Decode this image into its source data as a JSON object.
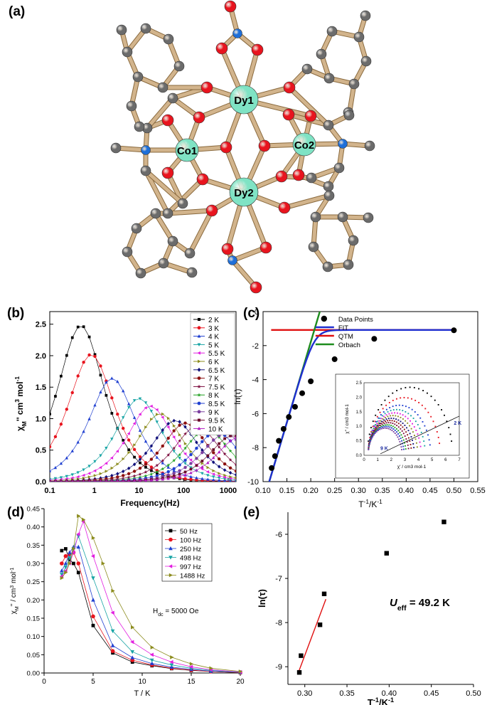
{
  "panel_labels": {
    "a": "(a)",
    "b": "(b)",
    "c": "(c)",
    "d": "(d)",
    "e": "(e)"
  },
  "molecule": {
    "atom_labels": {
      "dy1": "Dy1",
      "dy2": "Dy2",
      "co1": "Co1",
      "co2": "Co2"
    },
    "colors": {
      "bond": "#d2b48c",
      "carbon": "#6b6b6b",
      "oxygen": "#e8141e",
      "nitrogen": "#1e6fd9",
      "metal": "#7fe3c4"
    }
  },
  "chart_data": [
    {
      "id": "b",
      "type": "line",
      "xscale": "log",
      "xlim": [
        0.1,
        1500
      ],
      "ylim": [
        0,
        2.7
      ],
      "xticks": [
        "0.1",
        "1",
        "10",
        "100",
        "1000"
      ],
      "yticks": [
        "0.0",
        "0.5",
        "1.0",
        "1.5",
        "2.0",
        "2.5"
      ],
      "xlabel": "Frequency(Hz)",
      "ylabel": "χM'' cm3 mol-1",
      "ylabel_parts": {
        "chi": "χ",
        "sub": "M",
        "rest": "'' cm",
        "sup3": "3",
        "mol": " mol",
        "supneg": "-1"
      },
      "legend_position": "top-right",
      "series": [
        {
          "name": "2 K",
          "color": "#000000",
          "marker": "square",
          "peak_freq": 0.5,
          "peak": 2.48
        },
        {
          "name": "3 K",
          "color": "#e8141e",
          "marker": "circle",
          "peak_freq": 0.85,
          "peak": 2.02
        },
        {
          "name": "4 K",
          "color": "#1f3fd0",
          "marker": "triangle",
          "peak_freq": 2.5,
          "peak": 1.64
        },
        {
          "name": "5 K",
          "color": "#19a5a5",
          "marker": "triangle-down",
          "peak_freq": 10,
          "peak": 1.32
        },
        {
          "name": "5.5 K",
          "color": "#e21ee0",
          "marker": "triangle-left",
          "peak_freq": 18,
          "peak": 1.2
        },
        {
          "name": "6 K",
          "color": "#8c8c1e",
          "marker": "triangle-right",
          "peak_freq": 30,
          "peak": 1.08
        },
        {
          "name": "6.5 K",
          "color": "#10107a",
          "marker": "diamond",
          "peak_freq": 65,
          "peak": 0.97
        },
        {
          "name": "7 K",
          "color": "#8c1010",
          "marker": "hexagon",
          "peak_freq": 110,
          "peak": 0.93
        },
        {
          "name": "7.5 K",
          "color": "#7a0a3c",
          "marker": "star",
          "peak_freq": 200,
          "peak": 0.88
        },
        {
          "name": "8 K",
          "color": "#20a020",
          "marker": "star",
          "peak_freq": 330,
          "peak": 0.83
        },
        {
          "name": "8.5 K",
          "color": "#1f3fd0",
          "marker": "pentagon",
          "peak_freq": 550,
          "peak": 0.79
        },
        {
          "name": "9 K",
          "color": "#7b3fa0",
          "marker": "circle",
          "peak_freq": 850,
          "peak": 0.76
        },
        {
          "name": "9.5 K",
          "color": "#6b0a2a",
          "marker": "square",
          "peak_freq": 1250,
          "peak": 0.73
        },
        {
          "name": "10 K",
          "color": "#b01ec0",
          "marker": "triangle",
          "peak_freq": 1800,
          "peak": 0.71
        }
      ]
    },
    {
      "id": "c",
      "type": "line",
      "xlim": [
        0.1,
        0.55
      ],
      "ylim": [
        -10,
        0
      ],
      "xticks": [
        "0.10",
        "0.15",
        "0.20",
        "0.25",
        "0.30",
        "0.35",
        "0.40",
        "0.45",
        "0.50",
        "0.55"
      ],
      "yticks": [
        "-10",
        "-8",
        "-6",
        "-4",
        "-2",
        "0"
      ],
      "xlabel": "T-1/K-1",
      "xlabel_parts": {
        "t": "T",
        "sup1": "-1",
        "k": "/K",
        "sup2": "-1"
      },
      "ylabel": "ln(τ)",
      "legend_position": "top-left",
      "legend": [
        {
          "name": "Data Points",
          "color": "#000000"
        },
        {
          "name": "FIT",
          "color": "#1f2fd0"
        },
        {
          "name": "QTM",
          "color": "#e01010"
        },
        {
          "name": "Orbach",
          "color": "#1e8c1e"
        }
      ],
      "data_points": {
        "x": [
          0.5,
          0.333,
          0.25,
          0.2,
          0.182,
          0.167,
          0.154,
          0.143,
          0.133,
          0.125,
          0.118
        ],
        "y": [
          -1.1,
          -1.6,
          -2.8,
          -4.1,
          -4.8,
          -5.6,
          -6.2,
          -6.9,
          -7.6,
          -8.5,
          -9.2
        ]
      },
      "qtm_level": -1.08,
      "orbach_line": {
        "x": [
          0.113,
          0.22
        ],
        "y": [
          -10,
          0.1
        ]
      },
      "inset": {
        "type": "scatter",
        "xlim": [
          0,
          7
        ],
        "ylim": [
          0,
          2.5
        ],
        "xticks": [
          "0",
          "1",
          "2",
          "3",
          "4",
          "5",
          "6",
          "7"
        ],
        "yticks": [
          "0.0",
          "0.5",
          "1.0",
          "1.5",
          "2.0",
          "2.5"
        ],
        "xlabel": "χ' / cm3 mol-1",
        "ylabel": "χ'' / cm3 mol-1",
        "annotations": {
          "high": "2 K",
          "low": "9 K"
        },
        "arcs": [
          {
            "chi_s": 0.25,
            "chi_t": 6.5,
            "color": "#000000"
          },
          {
            "chi_s": 0.3,
            "chi_t": 5.6,
            "color": "#e8141e"
          },
          {
            "chi_s": 0.3,
            "chi_t": 4.9,
            "color": "#1f3fd0"
          },
          {
            "chi_s": 0.3,
            "chi_t": 4.5,
            "color": "#19a5a5"
          },
          {
            "chi_s": 0.3,
            "chi_t": 4.2,
            "color": "#e21ee0"
          },
          {
            "chi_s": 0.3,
            "chi_t": 3.95,
            "color": "#8c8c1e"
          },
          {
            "chi_s": 0.3,
            "chi_t": 3.7,
            "color": "#10107a"
          },
          {
            "chi_s": 0.3,
            "chi_t": 3.5,
            "color": "#8c1010"
          },
          {
            "chi_s": 0.3,
            "chi_t": 3.3,
            "color": "#7a0a3c"
          },
          {
            "chi_s": 0.3,
            "chi_t": 3.1,
            "color": "#20a020"
          },
          {
            "chi_s": 0.3,
            "chi_t": 2.95,
            "color": "#1f3fd0"
          },
          {
            "chi_s": 0.3,
            "chi_t": 2.8,
            "color": "#7b3fa0"
          }
        ]
      }
    },
    {
      "id": "d",
      "type": "line",
      "xlim": [
        0,
        20
      ],
      "ylim": [
        0,
        0.45
      ],
      "xticks": [
        "0",
        "5",
        "10",
        "15",
        "20"
      ],
      "yticks": [
        "0.00",
        "0.05",
        "0.10",
        "0.15",
        "0.20",
        "0.25",
        "0.30",
        "0.35",
        "0.40",
        "0.45"
      ],
      "xlabel": "T / K",
      "ylabel": "χM'' / cm3 mol-1",
      "ylabel_parts": {
        "chi": "χ",
        "sub": "M",
        "rest": "'' / cm",
        "sup3": "3",
        "mol": " mol",
        "supneg": "-1"
      },
      "annotation": {
        "h": "H",
        "sub": "dc",
        "rest": " = 5000 Oe"
      },
      "legend_position": "top-right",
      "series": [
        {
          "name": "50 Hz",
          "color": "#000000",
          "marker": "square",
          "x": [
            1.8,
            2.2,
            2.6,
            3.0,
            3.5,
            5.0,
            7.0,
            9.0,
            11.0,
            13.0,
            15.0,
            17.0,
            20.0
          ],
          "y": [
            0.335,
            0.34,
            0.31,
            0.3,
            0.275,
            0.13,
            0.055,
            0.03,
            0.02,
            0.012,
            0.007,
            0.004,
            0.001
          ]
        },
        {
          "name": "100 Hz",
          "color": "#e8141e",
          "marker": "circle",
          "x": [
            1.8,
            2.2,
            2.6,
            3.0,
            3.5,
            5.0,
            7.0,
            9.0,
            11.0,
            13.0,
            15.0,
            17.0,
            20.0
          ],
          "y": [
            0.3,
            0.32,
            0.325,
            0.33,
            0.3,
            0.155,
            0.06,
            0.035,
            0.022,
            0.013,
            0.008,
            0.004,
            0.001
          ]
        },
        {
          "name": "250 Hz",
          "color": "#1f3fd0",
          "marker": "triangle",
          "x": [
            1.8,
            2.2,
            2.6,
            3.0,
            3.5,
            5.0,
            7.0,
            9.0,
            11.0,
            13.0,
            15.0,
            17.0,
            20.0
          ],
          "y": [
            0.28,
            0.3,
            0.33,
            0.345,
            0.345,
            0.2,
            0.075,
            0.042,
            0.026,
            0.016,
            0.01,
            0.005,
            0.002
          ]
        },
        {
          "name": "498 Hz",
          "color": "#19a5a5",
          "marker": "triangle-down",
          "x": [
            1.8,
            2.2,
            2.6,
            3.0,
            3.5,
            5.0,
            7.0,
            9.0,
            11.0,
            13.0,
            15.0,
            17.0,
            20.0
          ],
          "y": [
            0.27,
            0.29,
            0.315,
            0.34,
            0.375,
            0.26,
            0.115,
            0.058,
            0.035,
            0.022,
            0.013,
            0.007,
            0.002
          ]
        },
        {
          "name": "997 Hz",
          "color": "#e21ee0",
          "marker": "triangle-left",
          "x": [
            1.8,
            2.2,
            2.6,
            3.0,
            3.5,
            4.0,
            5.0,
            7.0,
            9.0,
            11.0,
            13.0,
            15.0,
            17.0,
            20.0
          ],
          "y": [
            0.265,
            0.28,
            0.3,
            0.33,
            0.38,
            0.415,
            0.32,
            0.165,
            0.085,
            0.05,
            0.03,
            0.017,
            0.009,
            0.003
          ]
        },
        {
          "name": "1488 Hz",
          "color": "#8c8c1e",
          "marker": "triangle-right",
          "x": [
            1.8,
            2.2,
            2.6,
            3.0,
            3.5,
            4.0,
            5.0,
            6.0,
            7.0,
            9.0,
            11.0,
            13.0,
            15.0,
            17.0,
            20.0
          ],
          "y": [
            0.26,
            0.275,
            0.3,
            0.34,
            0.43,
            0.42,
            0.37,
            0.3,
            0.225,
            0.125,
            0.07,
            0.043,
            0.025,
            0.013,
            0.004
          ]
        }
      ]
    },
    {
      "id": "e",
      "type": "scatter",
      "xlim": [
        0.28,
        0.5
      ],
      "ylim": [
        -9.4,
        -5.5
      ],
      "xticks": [
        "0.30",
        "0.35",
        "0.40",
        "0.45",
        "0.50"
      ],
      "yticks": [
        "-9",
        "-8",
        "-7",
        "-6"
      ],
      "xlabel": "T-1/K-1",
      "xlabel_parts": {
        "t": "T",
        "sup1": "-1",
        "k": "/K",
        "sup2": "-1"
      },
      "ylabel": "ln(τ)",
      "annotation": {
        "u": "U",
        "sub": "eff",
        "rest": " = 49.2 K"
      },
      "x": [
        0.2935,
        0.2955,
        0.318,
        0.323,
        0.397,
        0.465
      ],
      "y": [
        -9.13,
        -8.75,
        -8.05,
        -7.35,
        -6.43,
        -5.72
      ],
      "fit": {
        "x": [
          0.292,
          0.325
        ],
        "y": [
          -9.15,
          -7.47
        ],
        "color": "#e01010"
      }
    }
  ]
}
